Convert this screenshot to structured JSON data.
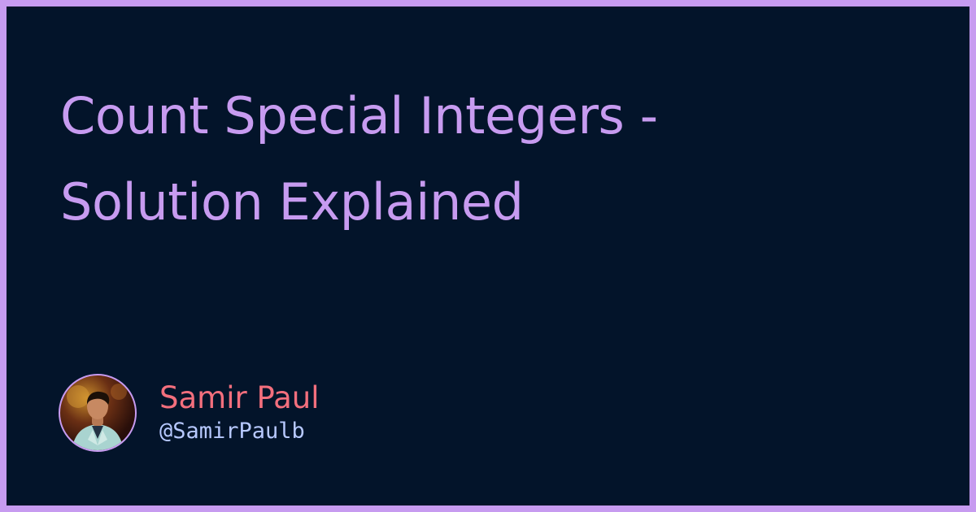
{
  "title": {
    "line1": "Count Special Integers -",
    "line2": "Solution Explained"
  },
  "author": {
    "name": "Samir Paul",
    "handle": "@SamirPaulb"
  },
  "colors": {
    "border": "#c79bf0",
    "background": "#03142a",
    "title": "#c79bf0",
    "name": "#f36f7d",
    "handle": "#b7c9ff"
  }
}
